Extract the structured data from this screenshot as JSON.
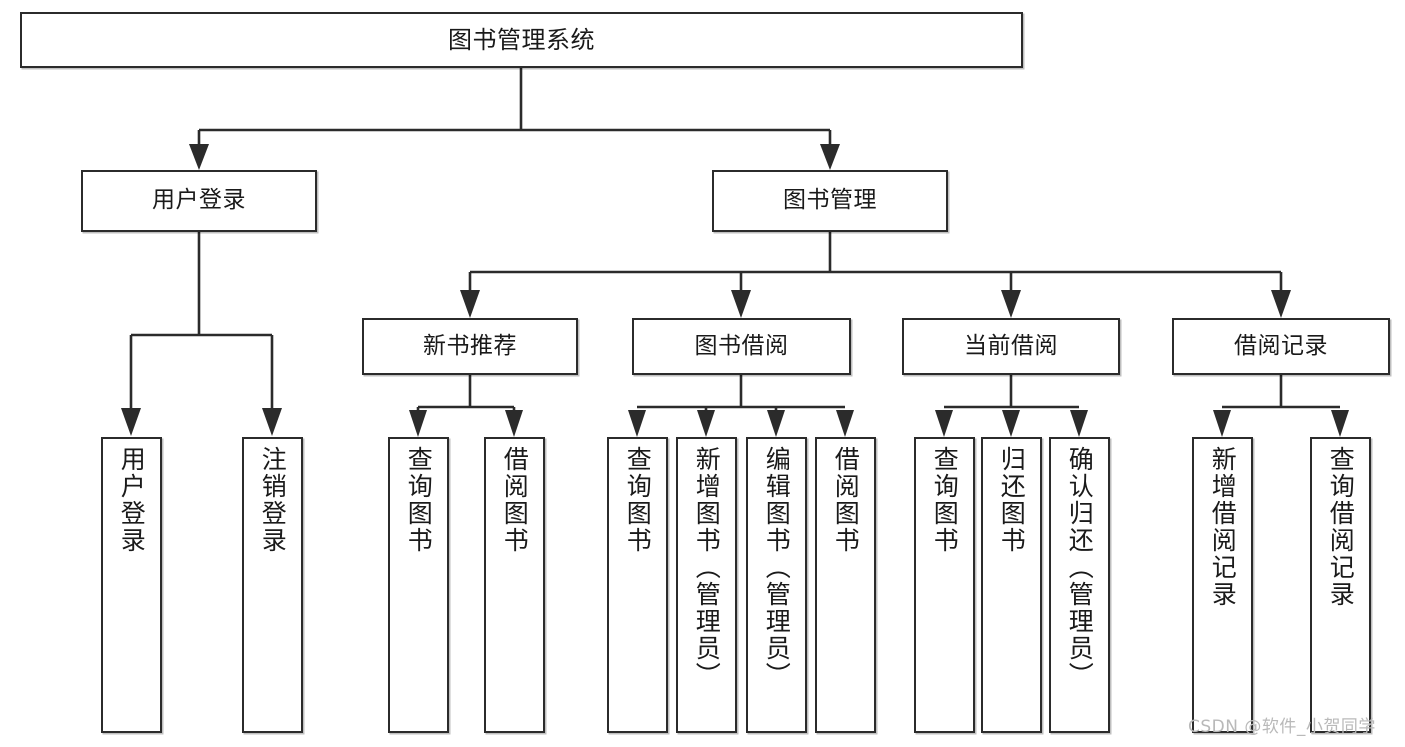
{
  "diagram": {
    "title": "图书管理系统",
    "type": "tree-hierarchy-chart",
    "watermark": "CSDN @软件_小贺同学",
    "colors": {
      "line": "#2b2b2b",
      "box_border": "#2b2b2b",
      "box_fill": "#ffffff",
      "text": "#1a1a1a",
      "watermark": "#b9b9b9"
    },
    "root": {
      "label": "图书管理系统"
    },
    "level2": [
      {
        "label": "用户登录"
      },
      {
        "label": "图书管理"
      }
    ],
    "level3": [
      {
        "label": "新书推荐"
      },
      {
        "label": "图书借阅"
      },
      {
        "label": "当前借阅"
      },
      {
        "label": "借阅记录"
      }
    ],
    "leaves": {
      "user_login": [
        {
          "label": "用户登录"
        },
        {
          "label": "注销登录"
        }
      ],
      "new_book_recommend": [
        {
          "label": "查询图书"
        },
        {
          "label": "借阅图书"
        }
      ],
      "book_borrow": [
        {
          "label": "查询图书"
        },
        {
          "label": "新增图书（管理员）"
        },
        {
          "label": "编辑图书（管理员）"
        },
        {
          "label": "借阅图书"
        }
      ],
      "current_borrow": [
        {
          "label": "查询图书"
        },
        {
          "label": "归还图书"
        },
        {
          "label": "确认归还（管理员）"
        }
      ],
      "borrow_record": [
        {
          "label": "新增借阅记录"
        },
        {
          "label": "查询借阅记录"
        }
      ]
    }
  }
}
